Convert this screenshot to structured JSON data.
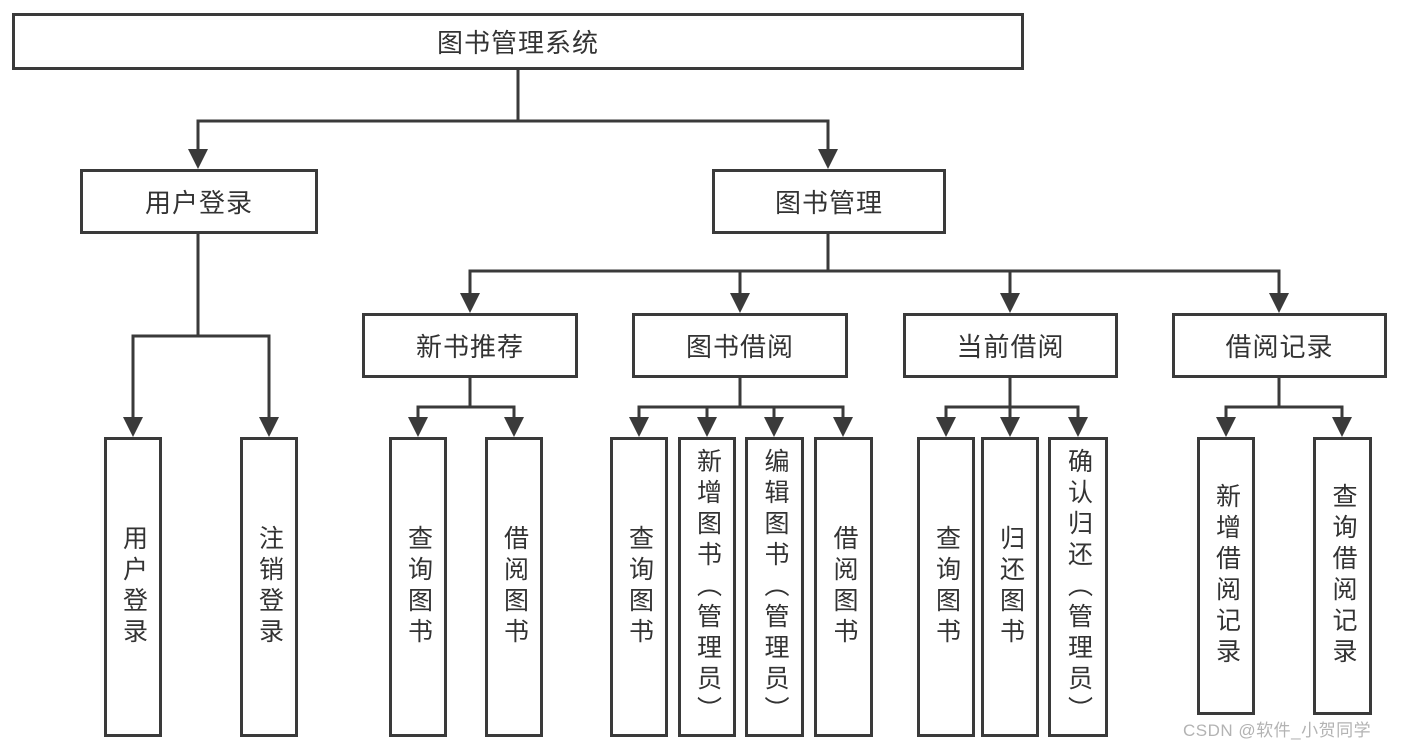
{
  "tree": {
    "root": "图书管理系统",
    "level2": [
      {
        "label": "用户登录",
        "children": [
          "用户登录",
          "注销登录"
        ]
      },
      {
        "label": "图书管理",
        "children": [
          {
            "label": "新书推荐",
            "children": [
              "查询图书",
              "借阅图书"
            ]
          },
          {
            "label": "图书借阅",
            "children": [
              "查询图书",
              "新增图书（管理员）",
              "编辑图书（管理员）",
              "借阅图书"
            ]
          },
          {
            "label": "当前借阅",
            "children": [
              "查询图书",
              "归还图书",
              "确认归还（管理员）"
            ]
          },
          {
            "label": "借阅记录",
            "children": [
              "新增借阅记录",
              "查询借阅记录"
            ]
          }
        ]
      }
    ]
  },
  "watermark": {
    "text": "CSDN @软件_小贺同学"
  },
  "colors": {
    "line": "#3a3a3a",
    "box_border": "#3a3a3a",
    "text": "#333333",
    "watermark": "#b3b3b3",
    "background": "#ffffff"
  }
}
